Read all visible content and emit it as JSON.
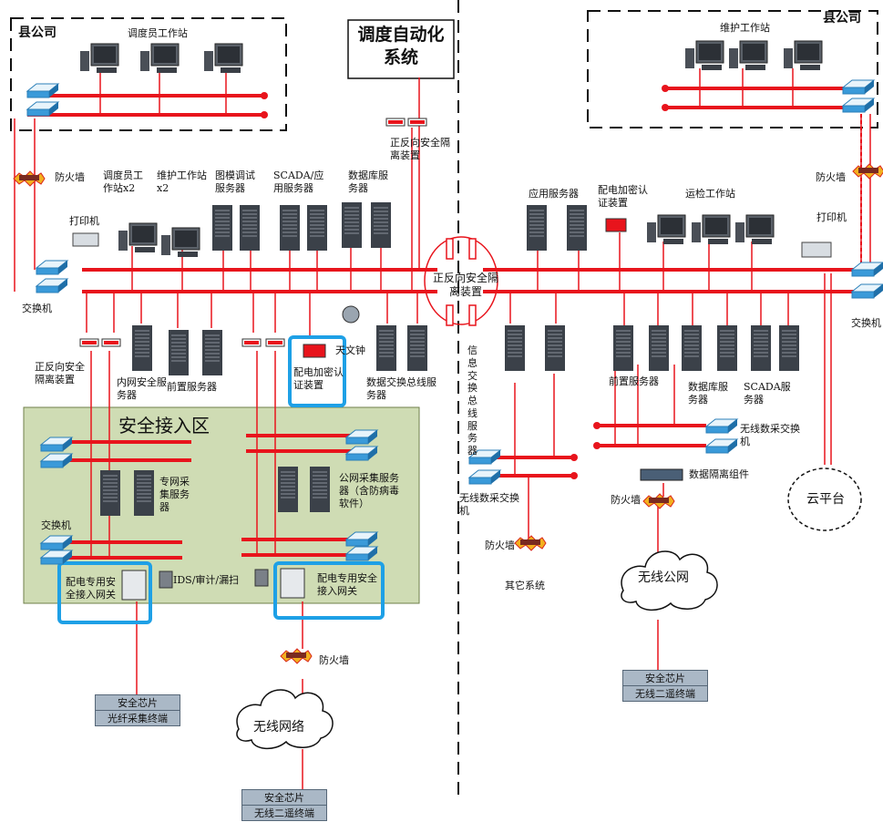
{
  "labels": {
    "county_left": "县公司",
    "county_right": "县公司",
    "dispatcher_ws": "调度员工作站",
    "maint_ws_top": "维护工作站",
    "auto_sys": "调度自动化系统",
    "isolator_top": "正反向安全隔离装置",
    "firewall": "防火墙",
    "dispatcher_x2": "调度员工作站x2",
    "maint_x2": "维护工作站x2",
    "model_debug": "图模调试服务器",
    "scada_app": "SCADA/应用服务器",
    "db_server": "数据库服务器",
    "printer": "打印机",
    "switch": "交换机",
    "isolator_mid": "正反向安全隔离装置",
    "isolator_left": "正反向安全隔离装置",
    "intranet_sec": "内网安全服务器",
    "frontend": "前置服务器",
    "encrypt_left": "配电加密认证装置",
    "clock": "天文钟",
    "data_bus": "数据交换总线服务器",
    "info_bus": "信息交换总线服务器",
    "app_server": "应用服务器",
    "encrypt_right": "配电加密认证装置",
    "ops_ws": "运检工作站",
    "frontend_right": "前置服务器",
    "db_right": "数据库服务器",
    "scada_right": "SCADA服务器",
    "wireless_switch": "无线数采交换机",
    "wireless_switch_left": "无线数采交换机",
    "data_iso": "数据隔离组件",
    "cloud": "云平台",
    "zone": "安全接入区",
    "private_collect": "专网采集服务器",
    "public_collect": "公网采集服务器（含防病毒软件）",
    "gateway_left": "配电专用安全接入网关",
    "gateway_right": "配电专用安全接入网关",
    "ids": "IDS/审计/漏扫",
    "other_sys": "其它系统",
    "wireless_public": "无线公网",
    "wireless_net": "无线网络"
  },
  "terminals": [
    {
      "chip": "安全芯片",
      "name": "光纤采集终端"
    },
    {
      "chip": "安全芯片",
      "name": "无线二遥终端"
    },
    {
      "chip": "安全芯片",
      "name": "无线二遥终端"
    }
  ],
  "colors": {
    "link": "#e8141c",
    "zone_fill": "#cfdcb4",
    "highlight": "#1ea0e6",
    "device": "#2a2f36"
  }
}
